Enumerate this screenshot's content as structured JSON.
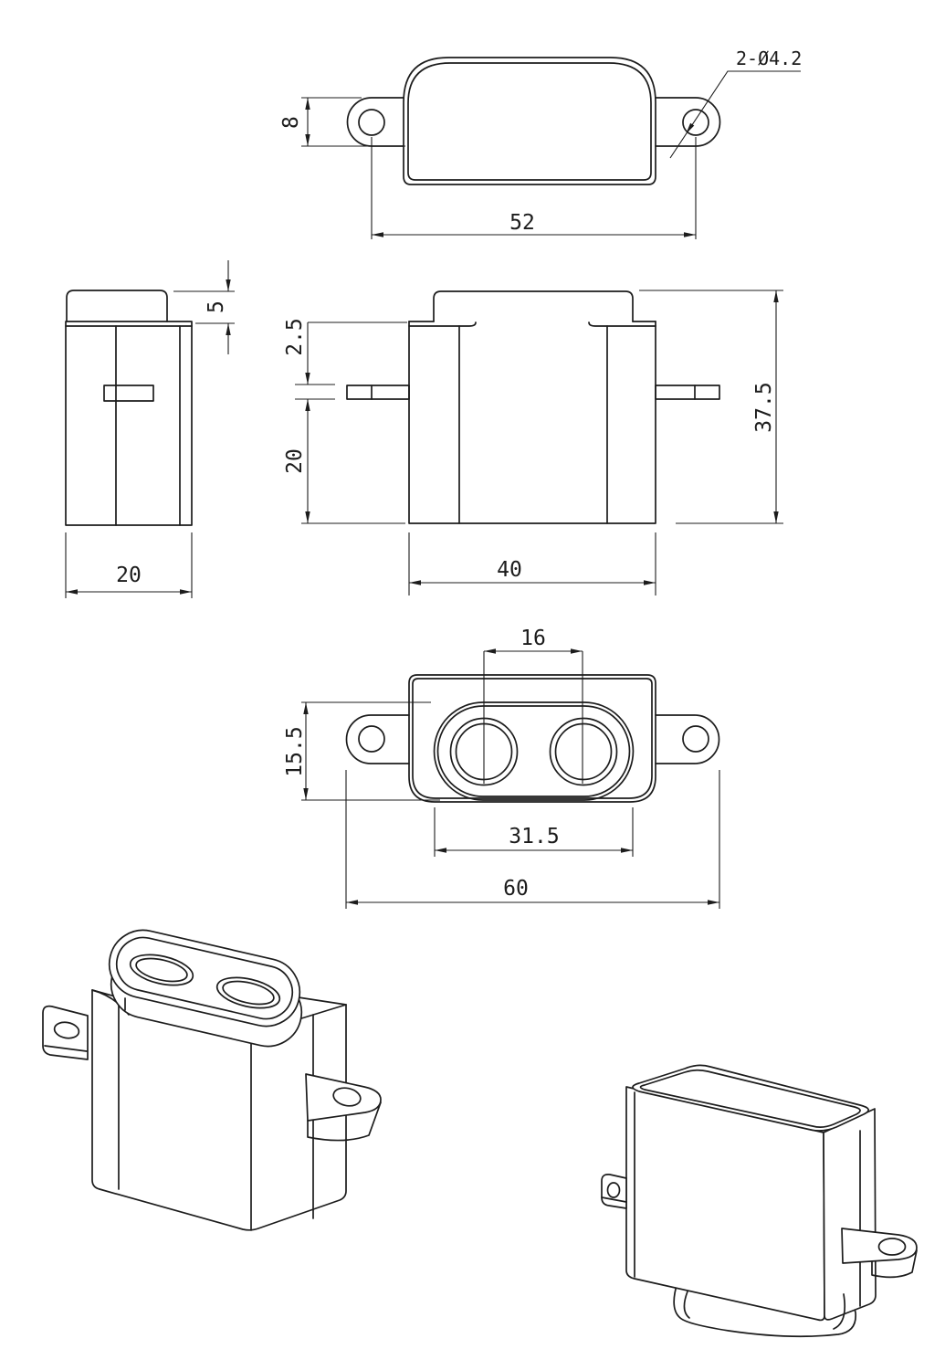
{
  "drawing": {
    "colors": {
      "line": "#1c1c1c",
      "paper": "#ffffff"
    },
    "callouts": {
      "mounting_holes": "2-Ø4.2"
    },
    "dimensions": {
      "plan": {
        "tab_height": "8",
        "hole_spacing": "52"
      },
      "side": {
        "cap_height": "5",
        "body_depth": "20"
      },
      "front": {
        "tab_thickness": "2.5",
        "tab_to_base": "20",
        "overall_height": "37.5",
        "body_width": "40"
      },
      "face": {
        "transducer_spacing": "16",
        "dome_depth": "15.5",
        "dome_width": "31.5",
        "overall_width": "60"
      }
    }
  }
}
